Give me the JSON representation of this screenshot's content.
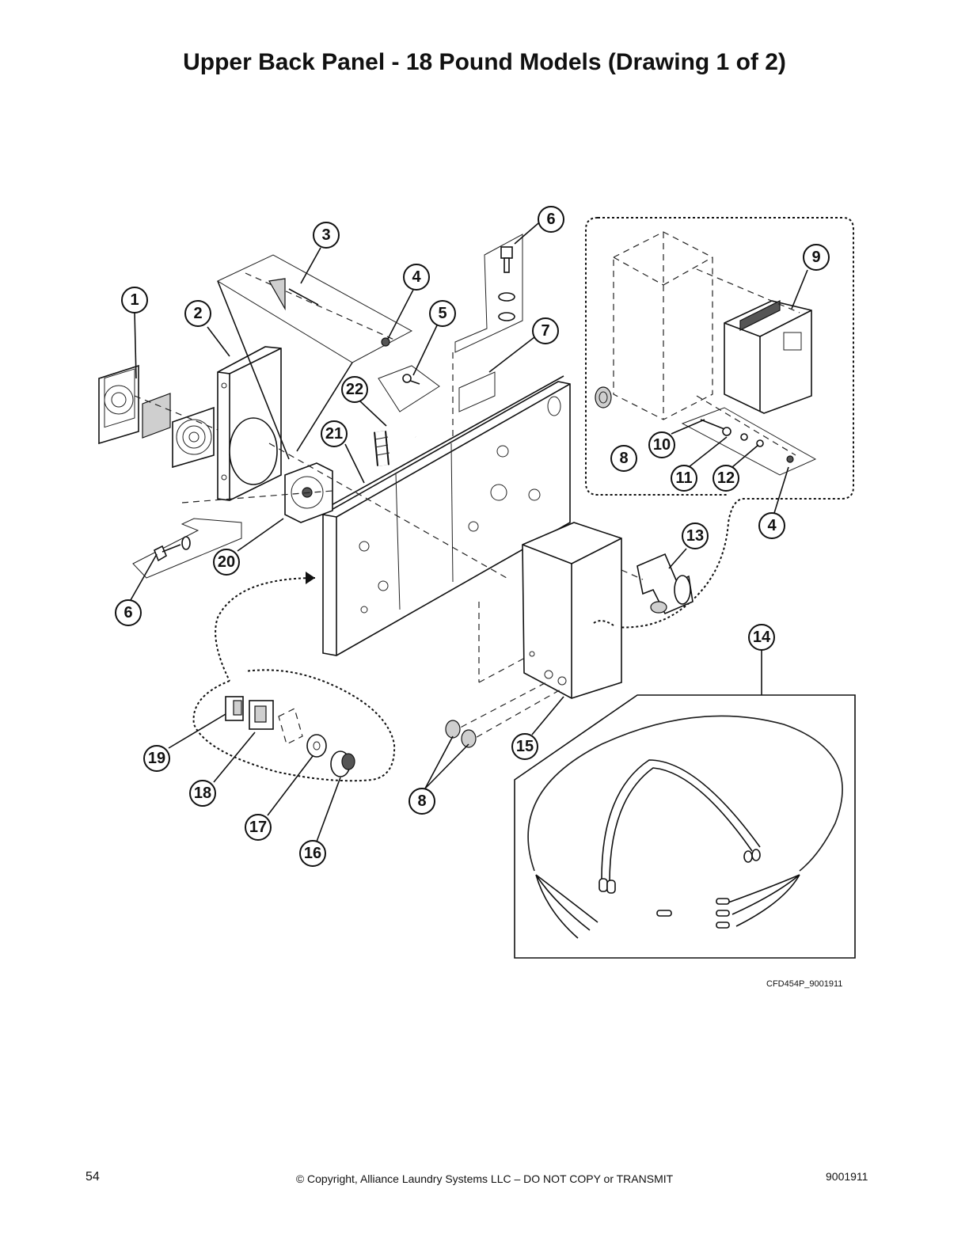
{
  "page": {
    "title": "Upper Back Panel - 18 Pound Models (Drawing 1 of 2)",
    "drawing_code": "CFD454P_9001911",
    "page_number": "54",
    "copyright": "© Copyright, Alliance Laundry Systems LLC – DO NOT COPY or TRANSMIT",
    "doc_number": "9001911"
  },
  "callouts": [
    {
      "id": "c1",
      "label": "1"
    },
    {
      "id": "c2",
      "label": "2"
    },
    {
      "id": "c3",
      "label": "3"
    },
    {
      "id": "c4a",
      "label": "4"
    },
    {
      "id": "c4b",
      "label": "4"
    },
    {
      "id": "c5",
      "label": "5"
    },
    {
      "id": "c6a",
      "label": "6"
    },
    {
      "id": "c6b",
      "label": "6"
    },
    {
      "id": "c7",
      "label": "7"
    },
    {
      "id": "c8a",
      "label": "8"
    },
    {
      "id": "c8b",
      "label": "8"
    },
    {
      "id": "c9",
      "label": "9"
    },
    {
      "id": "c10",
      "label": "10"
    },
    {
      "id": "c11",
      "label": "11"
    },
    {
      "id": "c12",
      "label": "12"
    },
    {
      "id": "c13",
      "label": "13"
    },
    {
      "id": "c14",
      "label": "14"
    },
    {
      "id": "c15",
      "label": "15"
    },
    {
      "id": "c16",
      "label": "16"
    },
    {
      "id": "c17",
      "label": "17"
    },
    {
      "id": "c18",
      "label": "18"
    },
    {
      "id": "c19",
      "label": "19"
    },
    {
      "id": "c20",
      "label": "20"
    },
    {
      "id": "c21",
      "label": "21"
    },
    {
      "id": "c22",
      "label": "22"
    }
  ]
}
